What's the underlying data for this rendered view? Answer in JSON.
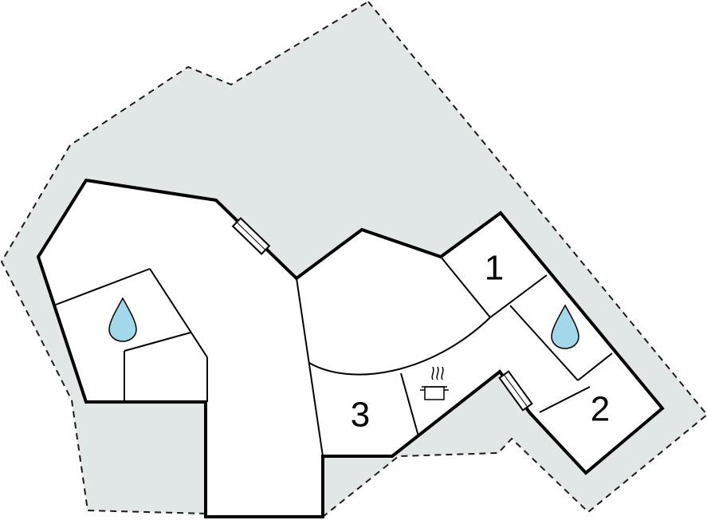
{
  "floorplan": {
    "room_labels": {
      "room1": "1",
      "room2": "2",
      "room3": "3"
    },
    "icons": {
      "bathroom_left": "water-drop-icon",
      "bathroom_right": "water-drop-icon",
      "kitchen": "cooking-pot-icon",
      "window_upper": "window-icon",
      "window_lower": "window-icon"
    },
    "colors": {
      "plot_fill": "#e1e7e7",
      "walls": "#000000",
      "interior": "#ffffff",
      "water_drop": "#a3d8ea"
    }
  }
}
